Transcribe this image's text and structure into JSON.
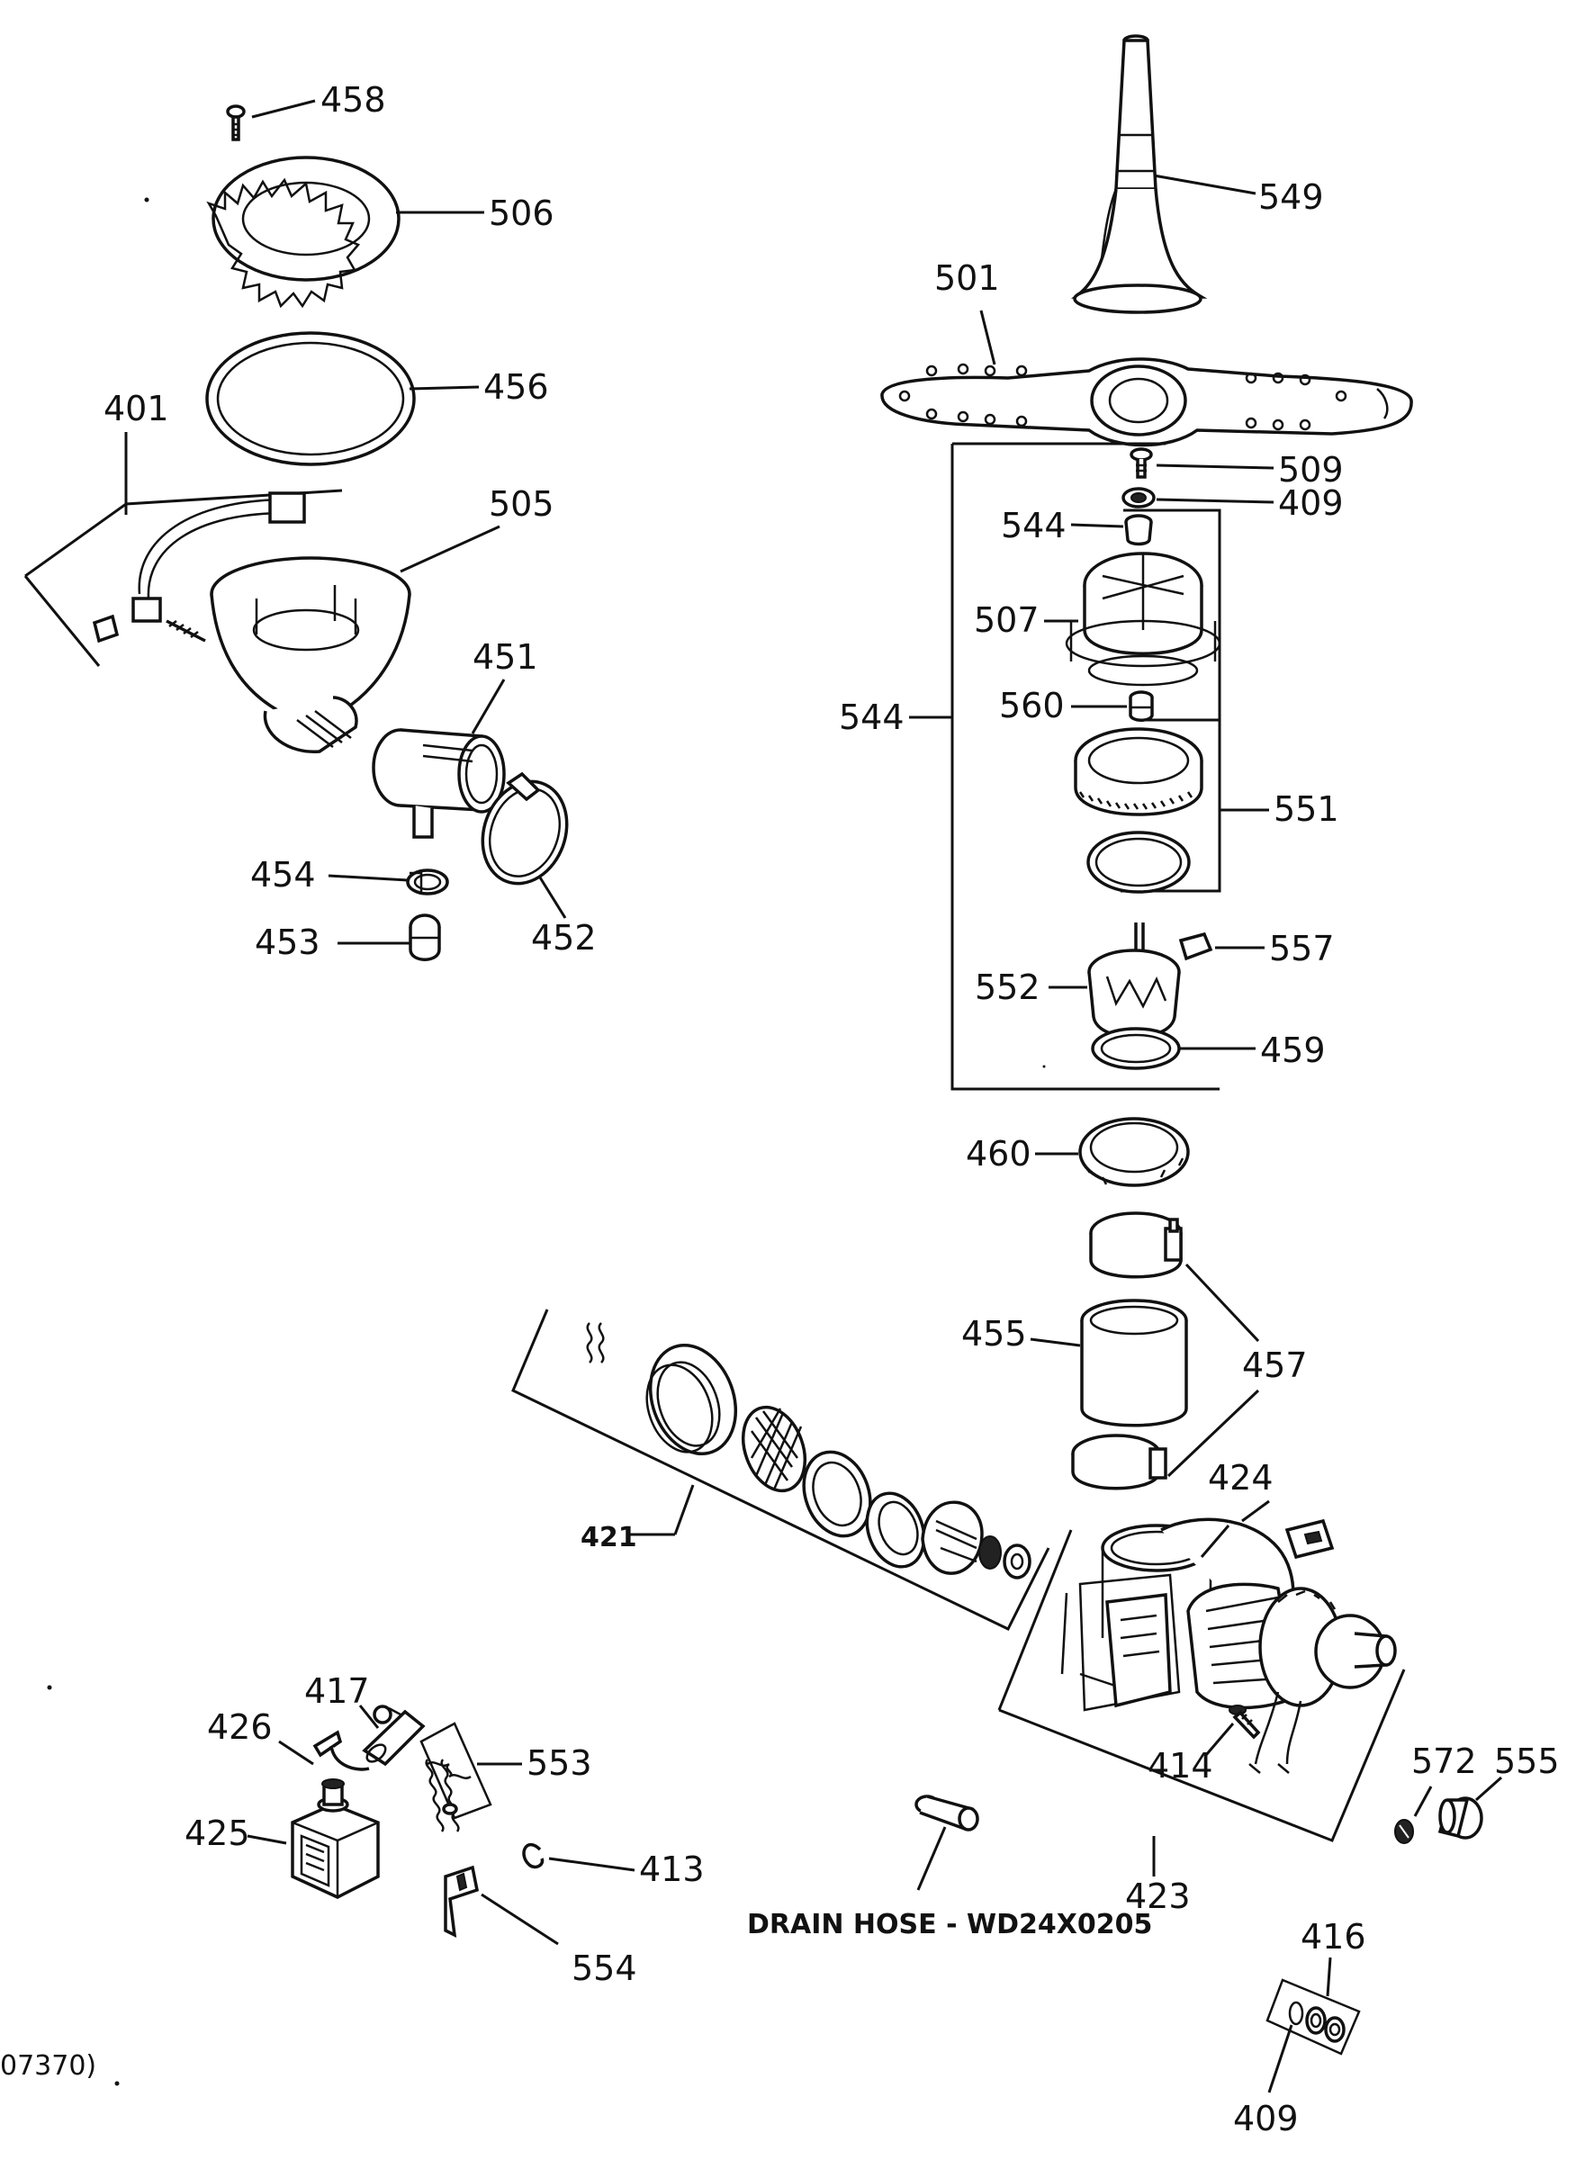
{
  "diagram": {
    "callouts": [
      {
        "id": "458",
        "text": "458"
      },
      {
        "id": "506",
        "text": "506"
      },
      {
        "id": "456",
        "text": "456"
      },
      {
        "id": "401",
        "text": "401"
      },
      {
        "id": "505",
        "text": "505"
      },
      {
        "id": "451",
        "text": "451"
      },
      {
        "id": "454",
        "text": "454"
      },
      {
        "id": "453",
        "text": "453"
      },
      {
        "id": "452",
        "text": "452"
      },
      {
        "id": "549",
        "text": "549"
      },
      {
        "id": "501",
        "text": "501"
      },
      {
        "id": "509",
        "text": "509"
      },
      {
        "id": "409a",
        "text": "409"
      },
      {
        "id": "544a",
        "text": "544"
      },
      {
        "id": "507",
        "text": "507"
      },
      {
        "id": "544b",
        "text": "544"
      },
      {
        "id": "560",
        "text": "560"
      },
      {
        "id": "551",
        "text": "551"
      },
      {
        "id": "557",
        "text": "557"
      },
      {
        "id": "552",
        "text": "552"
      },
      {
        "id": "459",
        "text": "459"
      },
      {
        "id": "460",
        "text": "460"
      },
      {
        "id": "457",
        "text": "457"
      },
      {
        "id": "455",
        "text": "455"
      },
      {
        "id": "424",
        "text": "424"
      },
      {
        "id": "421",
        "text": "421"
      },
      {
        "id": "417",
        "text": "417"
      },
      {
        "id": "426",
        "text": "426"
      },
      {
        "id": "553",
        "text": "553"
      },
      {
        "id": "425",
        "text": "425"
      },
      {
        "id": "413",
        "text": "413"
      },
      {
        "id": "554",
        "text": "554"
      },
      {
        "id": "414",
        "text": "414"
      },
      {
        "id": "423",
        "text": "423"
      },
      {
        "id": "572",
        "text": "572"
      },
      {
        "id": "555",
        "text": "555"
      },
      {
        "id": "416",
        "text": "416"
      },
      {
        "id": "409b",
        "text": "409"
      }
    ],
    "drain_hose_label": "DRAIN HOSE - WD24X0205",
    "corner_code": "07370)"
  }
}
